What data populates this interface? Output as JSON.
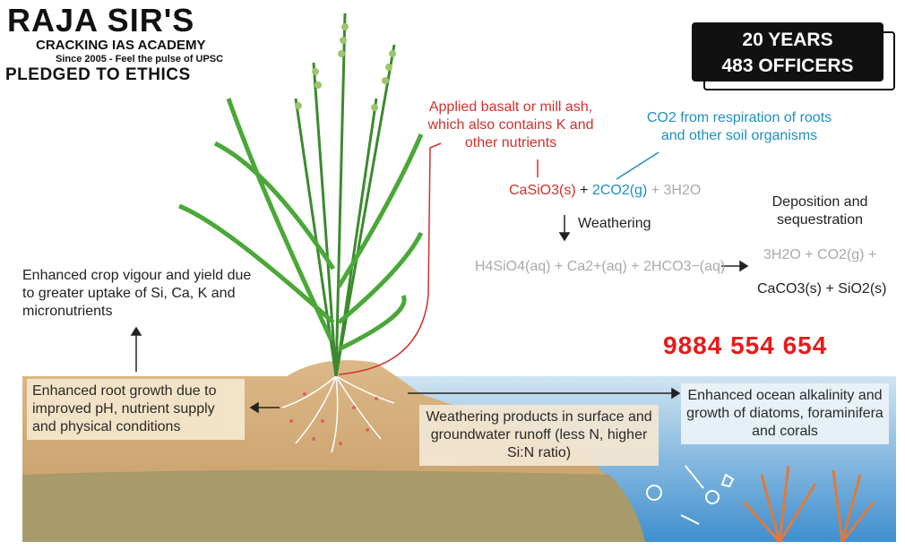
{
  "logo": {
    "name": "RAJA SIR'S",
    "subtitle": "CRACKING IAS ACADEMY",
    "tagline": "Since 2005 - Feel the pulse of UPSC",
    "motto": "PLEDGED TO ETHICS"
  },
  "badge": {
    "line1": "20 YEARS",
    "line2": "483 OFFICERS"
  },
  "phone": "9884 554 654",
  "labels": {
    "basalt": "Applied basalt or mill ash, which also contains K and other nutrients",
    "co2": "CO2 from respiration of roots and other soil organisms",
    "weathering": "Weathering",
    "deposition": "Deposition and sequestration",
    "crop": "Enhanced crop vigour and yield due to greater uptake of Si, Ca, K and micronutrients",
    "root": "Enhanced root growth due to improved pH, nutrient supply and physical conditions",
    "runoff": "Weathering products in surface and groundwater runoff (less N, higher Si:N ratio)",
    "ocean": "Enhanced ocean alkalinity and growth of diatoms, foraminifera and corals"
  },
  "equations": {
    "reactant1": "CaSiO3(s)",
    "reactant2": "2CO2(g)",
    "reactant3": "3H2O",
    "products": "H4SiO4(aq) + Ca2+(aq) + 2HCO3−(aq)",
    "final1": "3H2O + CO2(g) +",
    "final2": "CaCO3(s) + SiO2(s)"
  },
  "colors": {
    "basalt": "#d0312d",
    "co2": "#1e8fc0",
    "phone": "#e81a1a",
    "soil": "#d2ad7c",
    "ocean": "#7fb8dc"
  }
}
